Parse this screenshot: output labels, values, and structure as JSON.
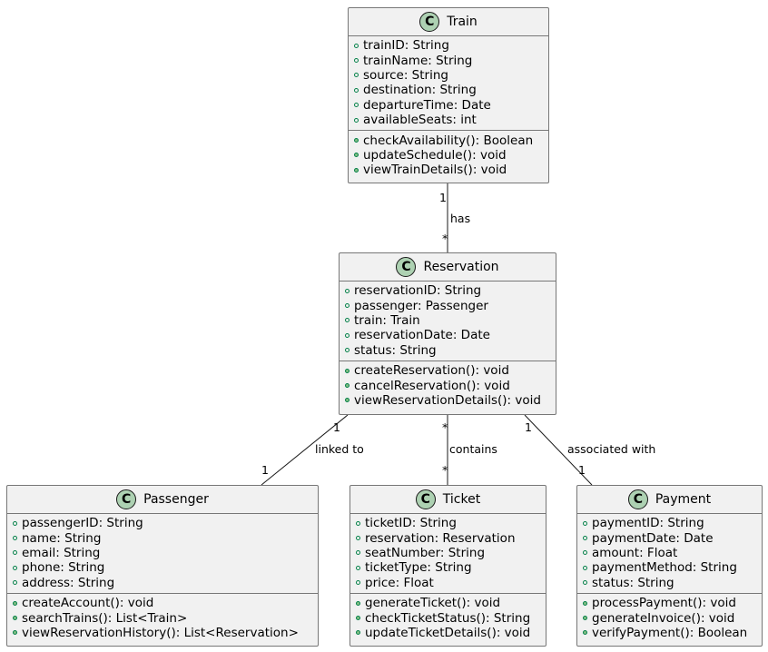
{
  "classes": {
    "train": {
      "name": "Train",
      "stereotype": "C",
      "attributes": [
        "trainID: String",
        "trainName: String",
        "source: String",
        "destination: String",
        "departureTime: Date",
        "availableSeats: int"
      ],
      "methods": [
        "checkAvailability(): Boolean",
        "updateSchedule(): void",
        "viewTrainDetails(): void"
      ]
    },
    "reservation": {
      "name": "Reservation",
      "stereotype": "C",
      "attributes": [
        "reservationID: String",
        "passenger: Passenger",
        "train: Train",
        "reservationDate: Date",
        "status: String"
      ],
      "methods": [
        "createReservation(): void",
        "cancelReservation(): void",
        "viewReservationDetails(): void"
      ]
    },
    "passenger": {
      "name": "Passenger",
      "stereotype": "C",
      "attributes": [
        "passengerID: String",
        "name: String",
        "email: String",
        "phone: String",
        "address: String"
      ],
      "methods": [
        "createAccount(): void",
        "searchTrains(): List<Train>",
        "viewReservationHistory(): List<Reservation>"
      ]
    },
    "ticket": {
      "name": "Ticket",
      "stereotype": "C",
      "attributes": [
        "ticketID: String",
        "reservation: Reservation",
        "seatNumber: String",
        "ticketType: String",
        "price: Float"
      ],
      "methods": [
        "generateTicket(): void",
        "checkTicketStatus(): String",
        "updateTicketDetails(): void"
      ]
    },
    "payment": {
      "name": "Payment",
      "stereotype": "C",
      "attributes": [
        "paymentID: String",
        "paymentDate: Date",
        "amount: Float",
        "paymentMethod: String",
        "status: String"
      ],
      "methods": [
        "processPayment(): void",
        "generateInvoice(): void",
        "verifyPayment(): Boolean"
      ]
    }
  },
  "relations": [
    {
      "id": "train-reservation",
      "label": "has",
      "from_mult": "1",
      "to_mult": "*"
    },
    {
      "id": "reservation-passenger",
      "label": "linked to",
      "from_mult": "1",
      "to_mult": "1"
    },
    {
      "id": "reservation-ticket",
      "label": "contains",
      "from_mult": "*",
      "to_mult": "*"
    },
    {
      "id": "reservation-payment",
      "label": "associated with",
      "from_mult": "1",
      "to_mult": "1"
    }
  ],
  "colors": {
    "box_fill": "#f1f1f1",
    "box_border": "#777777",
    "class_icon": "#add1b2",
    "visibility_public": "#84be84",
    "line": "#181818"
  }
}
